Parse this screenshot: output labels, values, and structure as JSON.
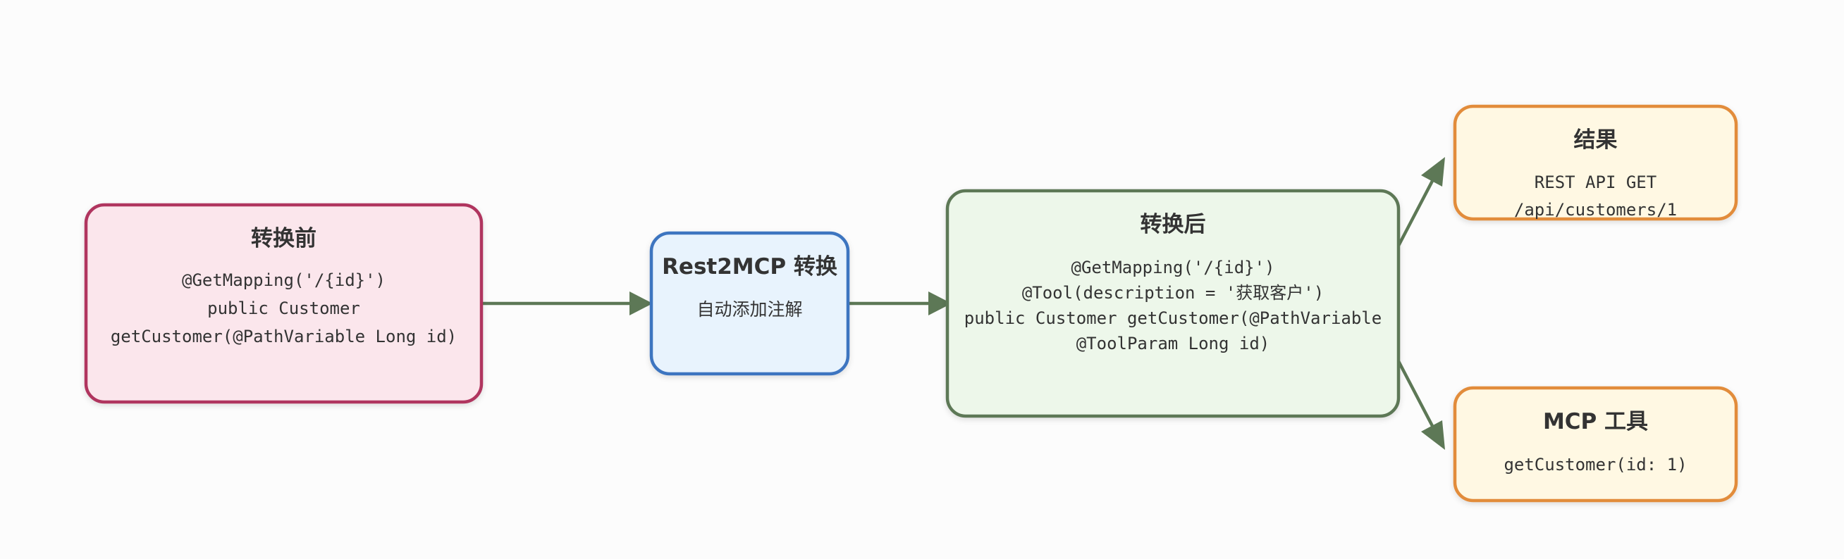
{
  "diagram": {
    "before": {
      "title": "转换前",
      "lines": [
        "@GetMapping('/{id}')",
        "public Customer",
        "getCustomer(@PathVariable Long id)"
      ]
    },
    "convert": {
      "title": "Rest2MCP 转换",
      "lines": [
        "自动添加注解"
      ]
    },
    "after": {
      "title": "转换后",
      "lines": [
        "@GetMapping('/{id}')",
        "@Tool(description = '获取客户')",
        "public Customer getCustomer(@PathVariable",
        "@ToolParam Long id)"
      ]
    },
    "result": {
      "title": "结果",
      "lines": [
        "REST API GET",
        "/api/customers/1"
      ]
    },
    "mcp_tool": {
      "title": "MCP 工具",
      "lines": [
        "getCustomer(id: 1)"
      ]
    },
    "colors": {
      "before_fill": "#fbe6ec",
      "before_stroke": "#b0365f",
      "convert_fill": "#e8f3fd",
      "convert_stroke": "#3d74c0",
      "after_fill": "#edf7ea",
      "after_stroke": "#5d7856",
      "result_fill": "#fff8e3",
      "result_stroke": "#e28c3a",
      "arrow": "#5d7856"
    }
  }
}
